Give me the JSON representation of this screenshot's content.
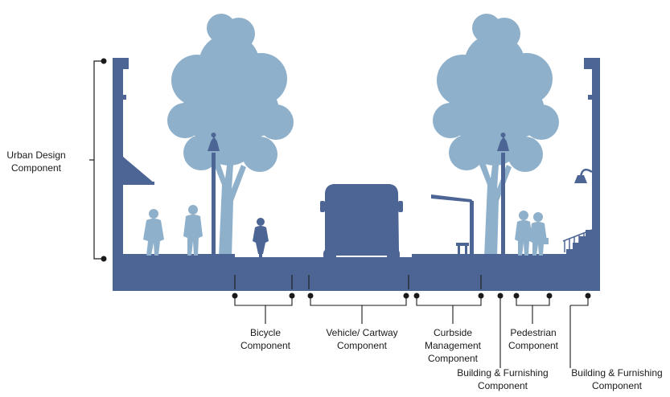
{
  "colors": {
    "street": "#4d6594",
    "tree": "#8eb0cb",
    "people": "#8fb0ca",
    "line": "#1a1a1a",
    "label": "#1a1a1a"
  },
  "labels": {
    "urban_design": [
      "Urban Design",
      "Component"
    ],
    "bicycle": [
      "Bicycle",
      "Component"
    ],
    "vehicle": [
      "Vehicle/ Cartway",
      "Component"
    ],
    "curbside": [
      "Curbside",
      "Management",
      "Component"
    ],
    "pedestrian": [
      "Pedestrian",
      "Component"
    ],
    "building_left": [
      "Building & Furnishing",
      "Component"
    ],
    "building_right": [
      "Building & Furnishing",
      "Component"
    ]
  },
  "icons": {
    "tree": "tree-icon",
    "streetlight": "streetlight-icon",
    "pedestrian": "pedestrian-icon",
    "cyclist": "cyclist-icon",
    "bus": "bus-icon",
    "bus_shelter": "bus-shelter-icon",
    "bench": "bench-icon",
    "stair": "stair-icon"
  }
}
